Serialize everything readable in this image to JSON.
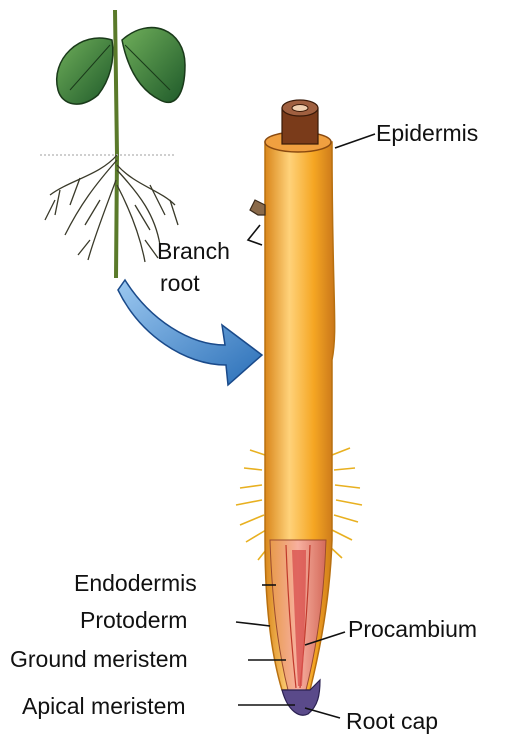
{
  "labels": {
    "epidermis": "Epidermis",
    "branch_root_line1": "Branch",
    "branch_root_line2": "root",
    "endodermis": "Endodermis",
    "protoderm": "Protoderm",
    "ground_meristem": "Ground meristem",
    "apical_meristem": "Apical meristem",
    "procambium": "Procambium",
    "root_cap": "Root cap"
  },
  "colors": {
    "root_orange": "#f5a623",
    "root_light": "#ffd27a",
    "root_dark": "#d9861a",
    "root_top_brown": "#7a3b1a",
    "procambium_red": "#d9534f",
    "leaf_green": "#2f7a3a",
    "arrow_blue": "#3b8bd6",
    "root_cap_purple": "#5a4a8a"
  },
  "icons": {
    "seedling": "seedling-icon",
    "arrow": "magnify-arrow-icon"
  }
}
